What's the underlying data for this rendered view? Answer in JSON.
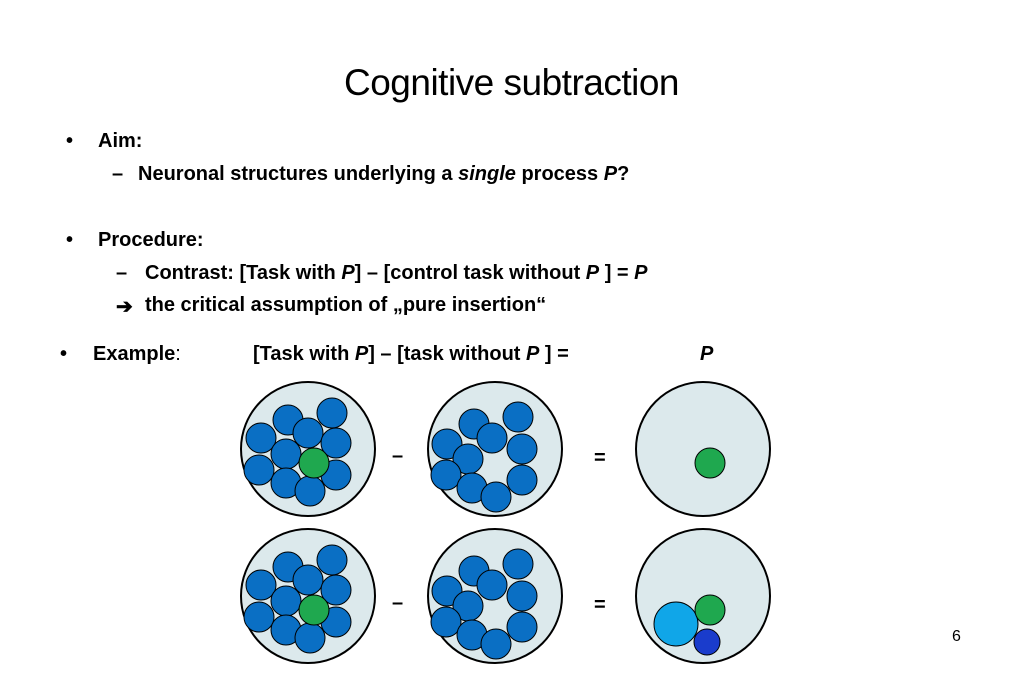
{
  "title": "Cognitive subtraction",
  "aim": {
    "label": "Aim:",
    "sub": {
      "prefix": "Neuronal structures underlying a",
      "emph": "single",
      "middle": "process",
      "p": "P",
      "suffix": "?"
    }
  },
  "procedure": {
    "label": "Procedure:",
    "contrast": {
      "a": "Contrast: [Task with",
      "p1": "P",
      "b": "] – [control task without",
      "p2": "P",
      "c": "] =",
      "p3": "P"
    },
    "assumption": "the critical assumption of „pure insertion“"
  },
  "example": {
    "label": "Example",
    "colon": ":",
    "a": "[Task with",
    "p1": "P",
    "b": "] – [task without",
    "p2": "P",
    "c": "] =",
    "result": "P"
  },
  "operators": {
    "minus": "–",
    "equals": "="
  },
  "colors": {
    "neuron": "#0a6fc4",
    "process": "#1fa84f",
    "cell_fill": "#dce9ec",
    "light_blue": "#10a6e8",
    "dark_blue": "#1a3ccc"
  },
  "page_number": "6"
}
